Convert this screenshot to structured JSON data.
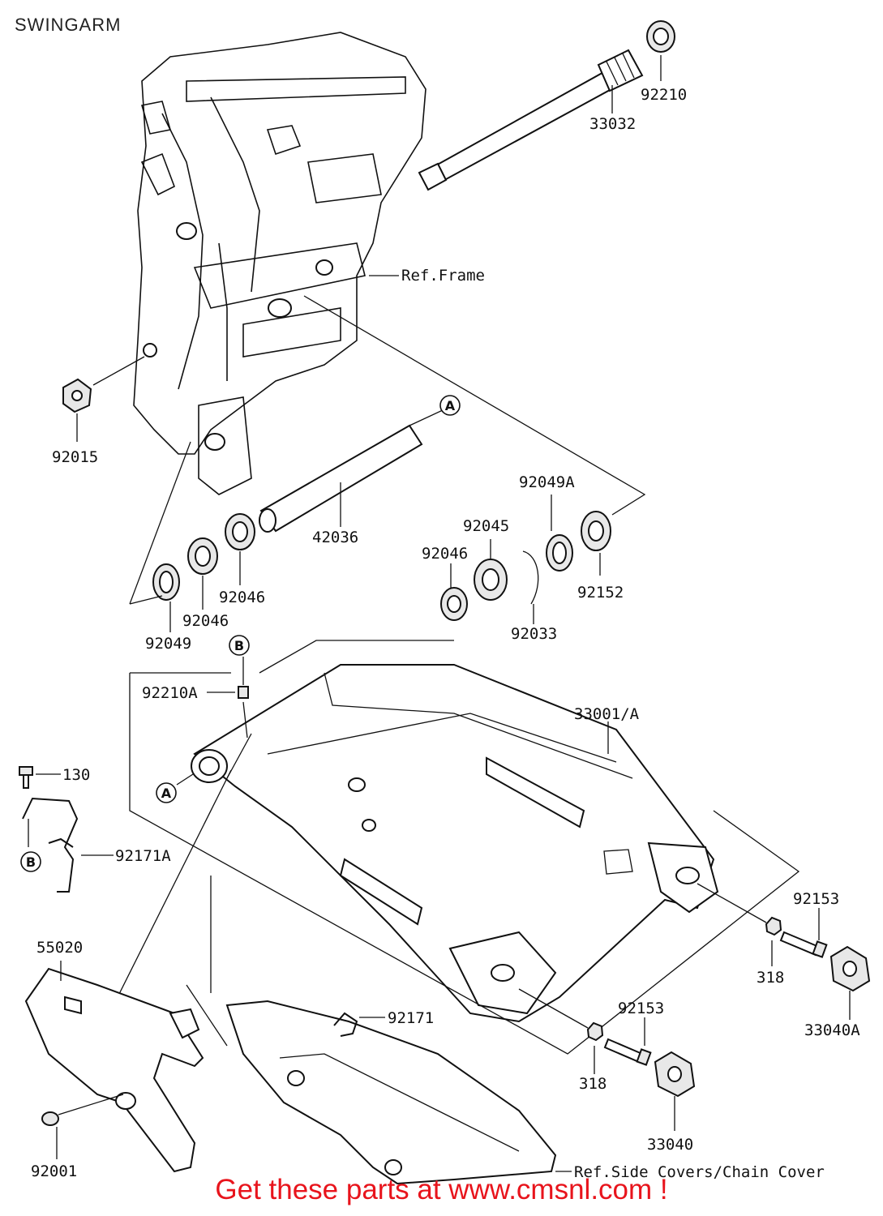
{
  "header": {
    "title": "SWINGARM"
  },
  "footer": {
    "text": "Get these parts at www.cmsnl.com !"
  },
  "colors": {
    "footer_text": "#e8141c",
    "line": "#111111"
  },
  "refs": {
    "frame": "Ref.Frame",
    "covers": "Ref.Side Covers/Chain Cover"
  },
  "callouts": {
    "a_top": "A",
    "a_left": "A",
    "b_top": "B",
    "b_left": "B"
  },
  "parts": {
    "p92210": "92210",
    "p33032": "33032",
    "p92015": "92015",
    "p42036": "42036",
    "p92049A": "92049A",
    "p92045": "92045",
    "p92046_c": "92046",
    "p92152": "92152",
    "p92046_a": "92046",
    "p92046_b": "92046",
    "p92049": "92049",
    "p92033": "92033",
    "p92210A": "92210A",
    "p33001A": "33001/A",
    "p130": "130",
    "p92171A": "92171A",
    "p92153_a": "92153",
    "p318_a": "318",
    "p33040A": "33040A",
    "p55020": "55020",
    "p92171": "92171",
    "p92153_b": "92153",
    "p318_b": "318",
    "p33040": "33040",
    "p92001": "92001"
  }
}
